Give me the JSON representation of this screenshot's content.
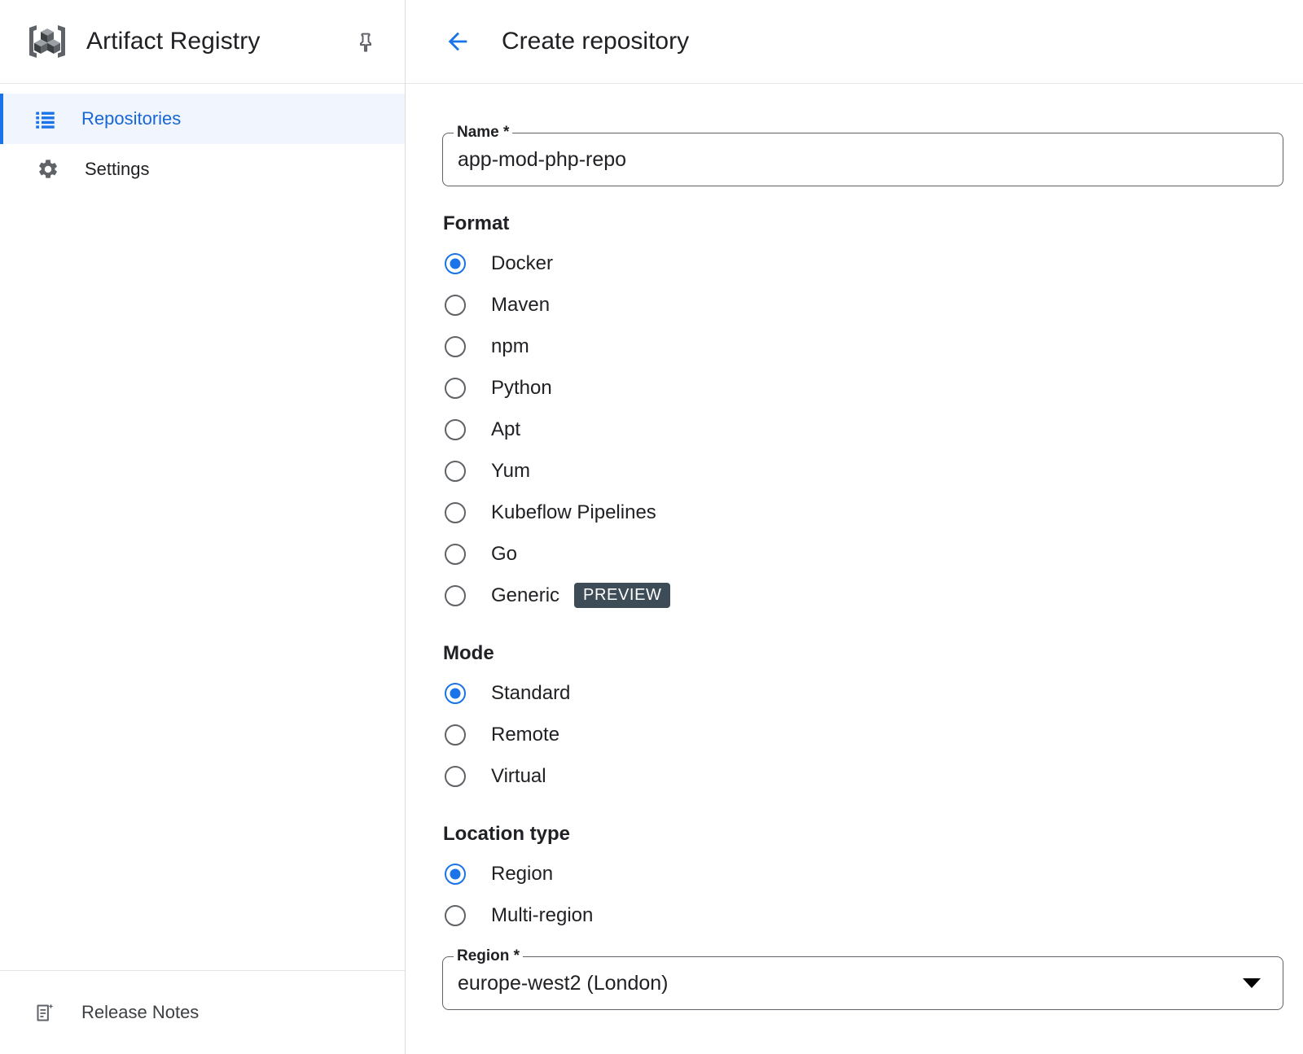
{
  "sidebar": {
    "product_title": "Artifact Registry",
    "logo_icon": "artifact-registry-logo",
    "pin_icon": "pin-icon",
    "items": [
      {
        "label": "Repositories",
        "icon": "list-icon",
        "active": true
      },
      {
        "label": "Settings",
        "icon": "gear-icon",
        "active": false
      }
    ],
    "footer": {
      "label": "Release Notes",
      "icon": "release-notes-icon"
    }
  },
  "header": {
    "back_icon": "arrow-left-icon",
    "title": "Create repository"
  },
  "form": {
    "name_field": {
      "label": "Name *",
      "value": "app-mod-php-repo",
      "placeholder": ""
    },
    "format": {
      "title": "Format",
      "options": [
        {
          "label": "Docker",
          "checked": true
        },
        {
          "label": "Maven",
          "checked": false
        },
        {
          "label": "npm",
          "checked": false
        },
        {
          "label": "Python",
          "checked": false
        },
        {
          "label": "Apt",
          "checked": false
        },
        {
          "label": "Yum",
          "checked": false
        },
        {
          "label": "Kubeflow Pipelines",
          "checked": false
        },
        {
          "label": "Go",
          "checked": false
        },
        {
          "label": "Generic",
          "checked": false,
          "badge": "PREVIEW"
        }
      ]
    },
    "mode": {
      "title": "Mode",
      "options": [
        {
          "label": "Standard",
          "checked": true
        },
        {
          "label": "Remote",
          "checked": false
        },
        {
          "label": "Virtual",
          "checked": false
        }
      ]
    },
    "location_type": {
      "title": "Location type",
      "options": [
        {
          "label": "Region",
          "checked": true
        },
        {
          "label": "Multi-region",
          "checked": false
        }
      ]
    },
    "region_field": {
      "label": "Region *",
      "value": "europe-west2 (London)",
      "dropdown_icon": "chevron-down-icon"
    }
  },
  "colors": {
    "accent": "#1a73e8",
    "accent_text": "#1967d2",
    "active_bg": "#f1f5fd",
    "badge_bg": "#3d4c56",
    "outline": "#5f6368",
    "divider": "#e3e5e8"
  }
}
